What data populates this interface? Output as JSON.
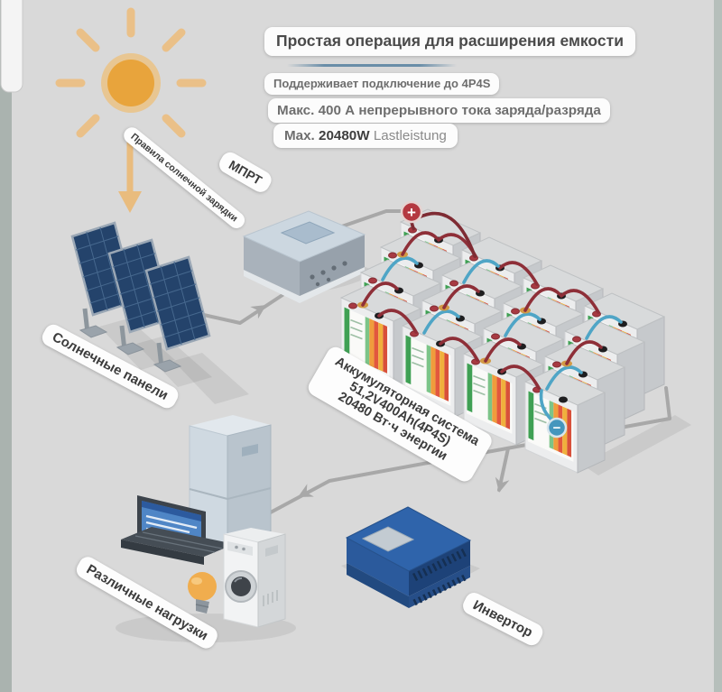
{
  "header": {
    "title": "Простая операция для расширения емкости",
    "subtitle": "Поддерживает подключение до 4P4S",
    "max_current_line": "Макс. 400 А непрерывного тока заряда/разряда",
    "max_power_prefix": "Max.",
    "max_power_value": "20480W",
    "max_power_suffix": "Lastleistung"
  },
  "labels": {
    "solar_rules": "Правила солнечной зарядки",
    "mppt": "МПРТ",
    "solar_panels": "Солнечные панели",
    "battery_system_title": "Аккумуляторная система",
    "battery_system_spec": "51,2V400Ah(4P4S)",
    "battery_system_energy": "20480 Вт·ч энергии",
    "loads": "Различные нагрузки",
    "inverter": "Инвертор"
  },
  "terminals": {
    "plus": "+",
    "minus": "−"
  },
  "colors": {
    "background": "#d9d9d9",
    "sun": "#e8a43c",
    "wire": "#a8a8a8",
    "cable_positive": "#8e2f38",
    "cable_negative": "#4fa5c6",
    "connector_yellow": "#d29a45",
    "inverter_blue": "#2f64ab",
    "panel_blue": "#24436b",
    "label_pill": "#fcfcfc"
  }
}
